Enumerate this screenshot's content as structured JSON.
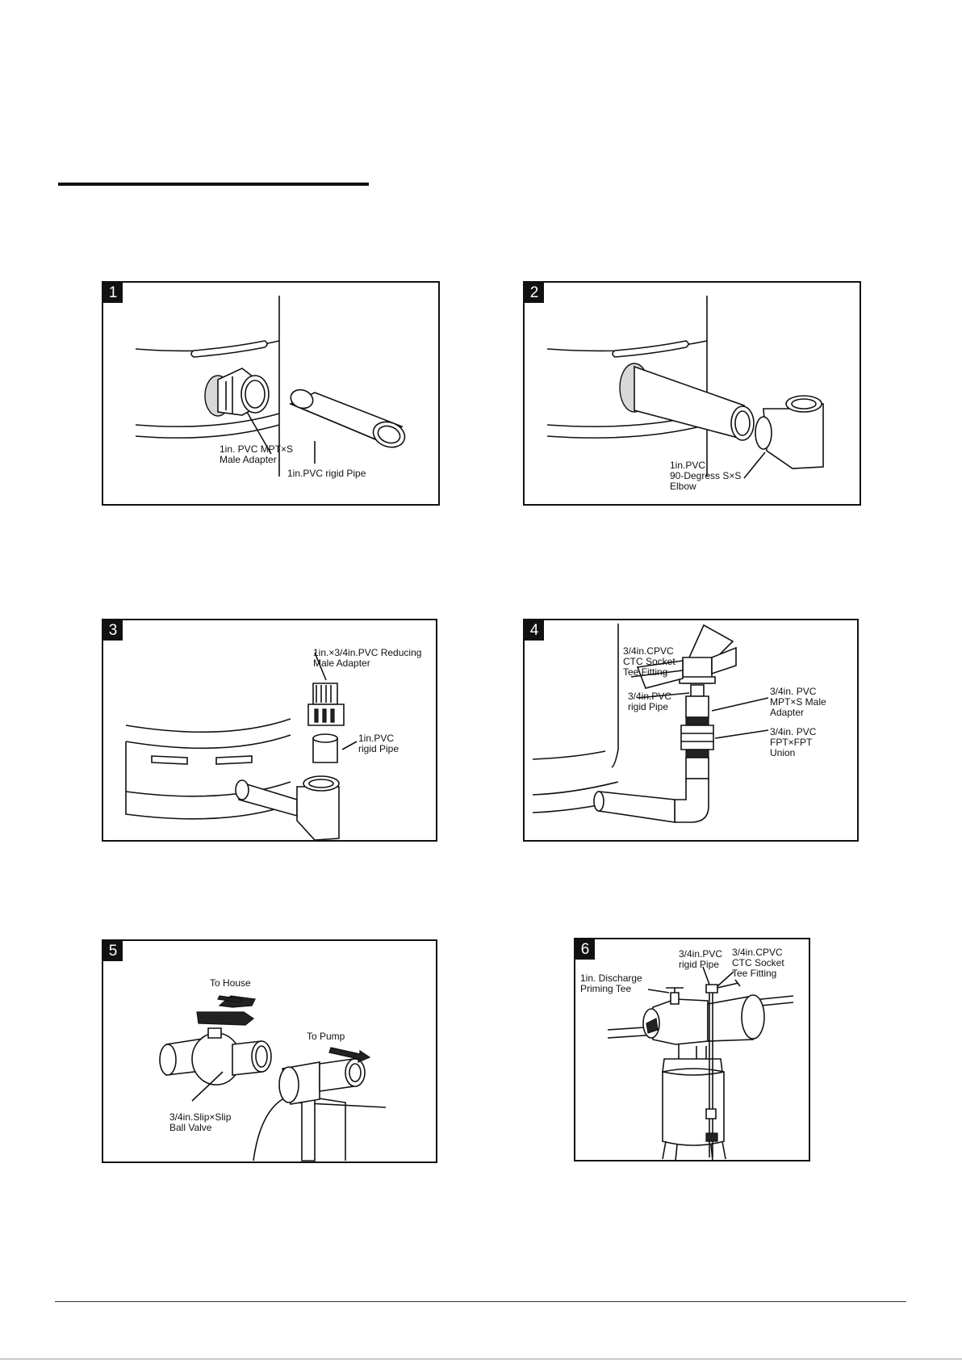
{
  "panels": [
    {
      "number": "1",
      "labels": [
        {
          "lines": [
            "1in. PVC MPT×S",
            "Male Adapter"
          ]
        },
        {
          "lines": [
            "1in.PVC rigid Pipe"
          ]
        }
      ]
    },
    {
      "number": "2",
      "labels": [
        {
          "lines": [
            "1in.PVC",
            "90-Degress S×S",
            "Elbow"
          ]
        }
      ]
    },
    {
      "number": "3",
      "labels": [
        {
          "lines": [
            "1in.×3/4in.PVC Reducing",
            "Male Adapter"
          ]
        },
        {
          "lines": [
            "1in.PVC",
            "rigid  Pipe"
          ]
        }
      ]
    },
    {
      "number": "4",
      "labels": [
        {
          "lines": [
            "3/4in.CPVC",
            "CTC Socket",
            "Tee Fitting"
          ]
        },
        {
          "lines": [
            "3/4in.PVC",
            "rigid  Pipe"
          ]
        },
        {
          "lines": [
            "3/4in. PVC",
            "MPT×S Male",
            "Adapter"
          ]
        },
        {
          "lines": [
            "3/4in. PVC",
            "FPT×FPT",
            "Union"
          ]
        }
      ]
    },
    {
      "number": "5",
      "labels": [
        {
          "lines": [
            "To House"
          ]
        },
        {
          "lines": [
            "To Pump"
          ]
        },
        {
          "lines": [
            "3/4in.Slip×Slip",
            "Ball Valve"
          ]
        }
      ]
    },
    {
      "number": "6",
      "labels": [
        {
          "lines": [
            "1in. Discharge",
            "Priming Tee"
          ]
        },
        {
          "lines": [
            "3/4in.PVC",
            "rigid  Pipe"
          ]
        },
        {
          "lines": [
            "3/4in.CPVC",
            "CTC Socket",
            "Tee Fitting"
          ]
        }
      ]
    }
  ]
}
